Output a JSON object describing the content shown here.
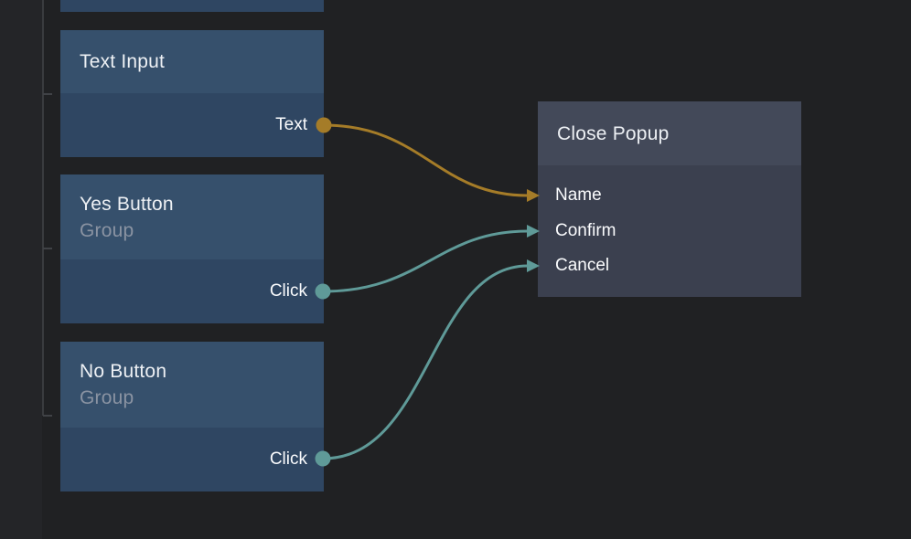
{
  "canvas": {
    "background": "#202123",
    "panel_strip_color": "#242528",
    "bracket_line_color": "#3a3c3f"
  },
  "colors": {
    "wire_orange": "#a57c28",
    "wire_teal": "#5f9a98",
    "blue_node_header": "#36506c",
    "blue_node_body": "#2f4662",
    "gray_node_header": "#434959",
    "gray_node_body": "#3b404f"
  },
  "nodes": {
    "text_input": {
      "title": "Text Input",
      "outputs": [
        {
          "label": "Text",
          "color": "#a57c28"
        }
      ]
    },
    "yes_button": {
      "title": "Yes Button",
      "subtitle": "Group",
      "outputs": [
        {
          "label": "Click",
          "color": "#5f9a98"
        }
      ]
    },
    "no_button": {
      "title": "No Button",
      "subtitle": "Group",
      "outputs": [
        {
          "label": "Click",
          "color": "#5f9a98"
        }
      ]
    },
    "close_popup": {
      "title": "Close Popup",
      "inputs": [
        {
          "label": "Name",
          "color": "#a57c28"
        },
        {
          "label": "Confirm",
          "color": "#5f9a98"
        },
        {
          "label": "Cancel",
          "color": "#5f9a98"
        }
      ]
    }
  },
  "connections": [
    {
      "from": "Text Input.Text",
      "to": "Close Popup.Name",
      "color": "#a57c28"
    },
    {
      "from": "Yes Button.Click",
      "to": "Close Popup.Confirm",
      "color": "#5f9a98"
    },
    {
      "from": "No Button.Click",
      "to": "Close Popup.Cancel",
      "color": "#5f9a98"
    }
  ]
}
